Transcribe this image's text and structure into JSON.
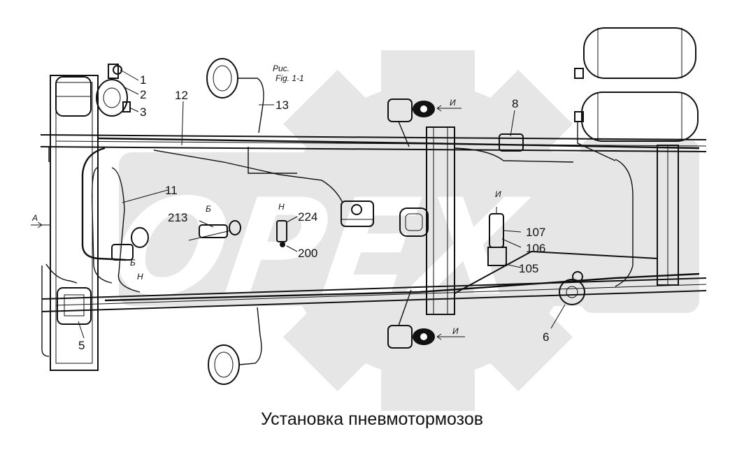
{
  "figure_ref": {
    "line1": "Рис.",
    "line2": "Fig. 1-1"
  },
  "watermark": {
    "text": "ОРЕХ"
  },
  "caption": "Установка пневмотормозов",
  "callouts": {
    "c1": "1",
    "c2": "2",
    "c3": "3",
    "c5": "5",
    "c6": "6",
    "c8": "8",
    "c11": "11",
    "c12": "12",
    "c13": "13",
    "c105": "105",
    "c106": "106",
    "c107": "107",
    "c200": "200",
    "c213": "213",
    "c224": "224"
  },
  "view_letters": {
    "a": "А",
    "b_center": "Б",
    "b_left": "Б",
    "n_center": "Н",
    "n_left": "Н",
    "i_top": "И",
    "i_right": "И",
    "i_bottom": "И"
  },
  "colors": {
    "ink": "#111111",
    "watermark": "#e6e6e6",
    "background": "#ffffff"
  }
}
